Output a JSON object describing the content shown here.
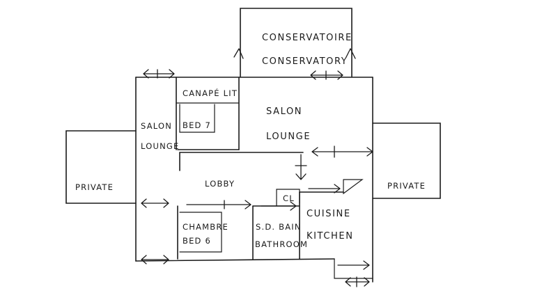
{
  "rooms": {
    "conservatory": {
      "fr": "CONSERVATOIRE",
      "en": "CONSERVATORY"
    },
    "sofa_bed": {
      "label": "CANAPÉ LIT",
      "bed": "BED 7"
    },
    "salon_left": {
      "fr": "SALON",
      "en": "LOUNGE"
    },
    "salon_main": {
      "fr": "SALON",
      "en": "LOUNGE"
    },
    "private_left": {
      "label": "PRIVATE"
    },
    "private_right": {
      "label": "PRIVATE"
    },
    "lobby": {
      "label": "LOBBY"
    },
    "cupboard": {
      "label": "CL"
    },
    "bedroom": {
      "fr": "CHAMBRE",
      "en": "BED 6"
    },
    "bathroom": {
      "fr": "S.D. BAIN",
      "en": "BATHROOM"
    },
    "kitchen": {
      "fr": "CUISINE",
      "en": "KITCHEN"
    }
  }
}
